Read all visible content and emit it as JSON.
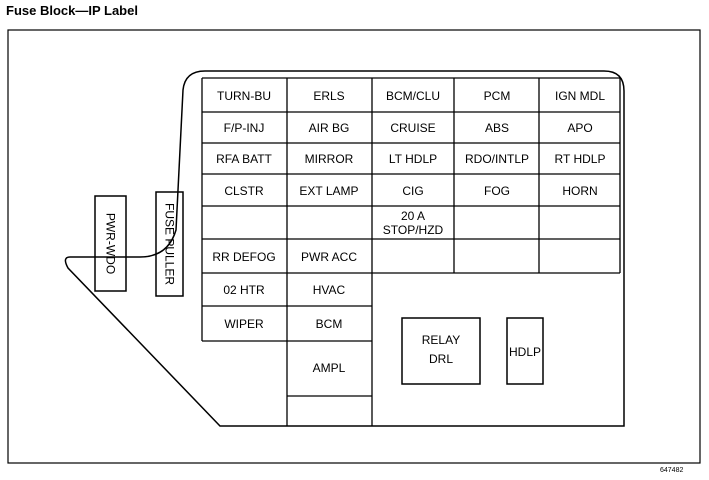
{
  "title": "Fuse Block—IP Label",
  "figure_number": "647482",
  "fuses": {
    "turn_bu": "TURN-BU",
    "erls": "ERLS",
    "bcm_clu": "BCM/CLU",
    "pcm": "PCM",
    "ign_mdl": "IGN MDL",
    "fp_inj": "F/P-INJ",
    "air_bg": "AIR BG",
    "cruise": "CRUISE",
    "abs": "ABS",
    "apo": "APO",
    "rfa_batt": "RFA BATT",
    "mirror": "MIRROR",
    "lt_hdlp": "LT HDLP",
    "rdo_intlp": "RDO/INTLP",
    "rt_hdlp": "RT HDLP",
    "clstr": "CLSTR",
    "ext_lamp": "EXT LAMP",
    "cig": "CIG",
    "fog": "FOG",
    "horn": "HORN",
    "stop_hzd_line1": "20 A",
    "stop_hzd_line2": "STOP/HZD",
    "rr_defog": "RR DEFOG",
    "pwr_acc": "PWR ACC",
    "o2_htr": "02 HTR",
    "hvac": "HVAC",
    "wiper": "WIPER",
    "bcm": "BCM",
    "ampl": "AMPL"
  },
  "relays": {
    "relay_line1": "RELAY",
    "relay_line2": "DRL",
    "hdlp": "HDLP"
  },
  "side_labels": {
    "pwr_wdo": "PWR-WDO",
    "fuse_puller": "FUSE PULLER"
  }
}
